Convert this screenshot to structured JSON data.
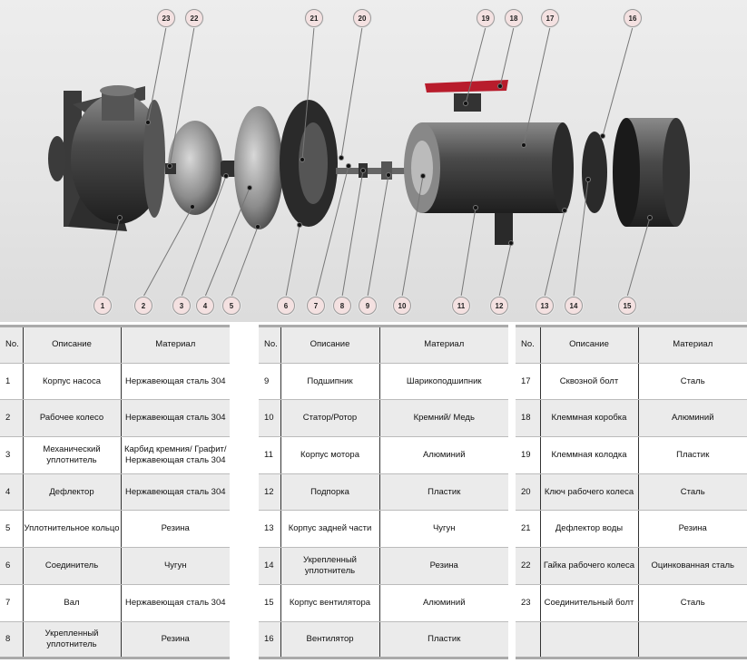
{
  "callouts": {
    "top": [
      "23",
      "22",
      "21",
      "20",
      "19",
      "18",
      "17",
      "16"
    ],
    "bottom": [
      "1",
      "2",
      "3",
      "4",
      "5",
      "6",
      "7",
      "8",
      "9",
      "10",
      "11",
      "12",
      "13",
      "14",
      "15"
    ]
  },
  "colors": {
    "terminal_box": "#b81c2c",
    "callout_fill": "#f4e1e1"
  },
  "tables": [
    {
      "headers": [
        "No.",
        "Описание",
        "Материал"
      ],
      "rows": [
        [
          "1",
          "Корпус насоса",
          "Нержавеющая сталь 304"
        ],
        [
          "2",
          "Рабочее колесо",
          "Нержавеющая сталь 304"
        ],
        [
          "3",
          "Механический уплотнитель",
          "Карбид кремния/ Графит/ Нержавеющая сталь 304"
        ],
        [
          "4",
          "Дефлектор",
          "Нержавеющая сталь 304"
        ],
        [
          "5",
          "Уплотнительное кольцо",
          "Резина"
        ],
        [
          "6",
          "Соединитель",
          "Чугун"
        ],
        [
          "7",
          "Вал",
          "Нержавеющая сталь 304"
        ],
        [
          "8",
          "Укрепленный уплотнитель",
          "Резина"
        ]
      ]
    },
    {
      "headers": [
        "No.",
        "Описание",
        "Материал"
      ],
      "rows": [
        [
          "9",
          "Подшипник",
          "Шарикоподшипник"
        ],
        [
          "10",
          "Статор/Ротор",
          "Кремний/ Медь"
        ],
        [
          "11",
          "Корпус мотора",
          "Алюминий"
        ],
        [
          "12",
          "Подпорка",
          "Пластик"
        ],
        [
          "13",
          "Корпус задней части",
          "Чугун"
        ],
        [
          "14",
          "Укрепленный уплотнитель",
          "Резина"
        ],
        [
          "15",
          "Корпус вентилятора",
          "Алюминий"
        ],
        [
          "16",
          "Вентилятор",
          "Пластик"
        ]
      ]
    },
    {
      "headers": [
        "No.",
        "Описание",
        "Материал"
      ],
      "rows": [
        [
          "17",
          "Сквозной болт",
          "Сталь"
        ],
        [
          "18",
          "Клеммная коробка",
          "Алюминий"
        ],
        [
          "19",
          "Клеммная колодка",
          "Пластик"
        ],
        [
          "20",
          "Ключ рабочего колеса",
          "Сталь"
        ],
        [
          "21",
          "Дефлектор воды",
          "Резина"
        ],
        [
          "22",
          "Гайка рабочего колеса",
          "Оцинкованная сталь"
        ],
        [
          "23",
          "Соединительный болт",
          "Сталь"
        ],
        [
          "",
          "",
          " "
        ]
      ]
    }
  ]
}
